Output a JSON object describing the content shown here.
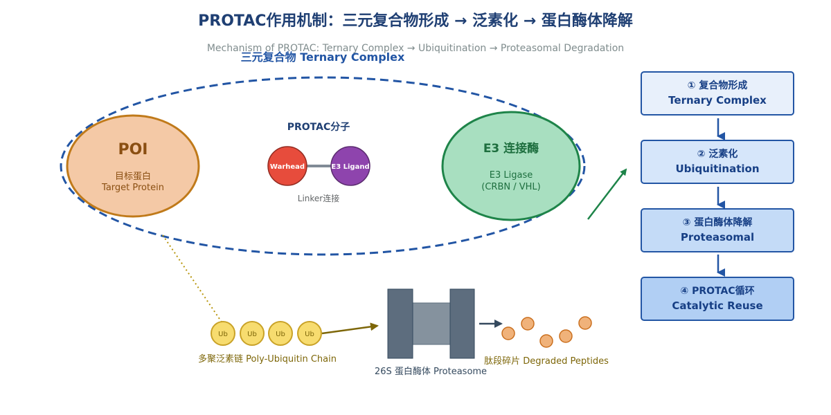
{
  "title": "PROTAC作用机制：三元复合物形成 → 泛素化 → 蛋白酶体降解",
  "subtitle": "Mechanism of PROTAC: Ternary Complex → Ubiquitination → Proteasomal Degradation",
  "ternary_label": "三元复合物 Ternary Complex",
  "poi": {
    "abbr": "POI",
    "name_cn": "目标蛋白",
    "name_en": "Target Protein"
  },
  "protac": {
    "title": "PROTAC分子",
    "warhead": "Warhead",
    "e3_ligand": "E3 Ligand",
    "linker": "Linker连接"
  },
  "e3": {
    "title": "E3 连接酶",
    "name": "E3 Ligase",
    "types": "(CRBN / VHL)"
  },
  "ubiquitin": {
    "unit": "Ub",
    "chain_label": "多聚泛素链 Poly-Ubiquitin Chain"
  },
  "proteasome": {
    "label": "26S 蛋白酶体 Proteasome"
  },
  "peptides": {
    "label": "肽段碎片 Degraded Peptides"
  },
  "steps": [
    {
      "line1": "① 复合物形成",
      "line2": "Ternary Complex"
    },
    {
      "line1": "② 泛素化",
      "line2": "Ubiquitination"
    },
    {
      "line1": "③ 蛋白酶体降解",
      "line2": "Proteasomal"
    },
    {
      "line1": "④ PROTAC循环",
      "line2": "Catalytic Reuse"
    }
  ],
  "colors": {
    "title": "#1f3f73",
    "ternary_border": "#2255a4",
    "poi_fill": "#f4c9a6",
    "poi_border": "#c07a1a",
    "poi_text": "#8a4f12",
    "e3_fill": "#a8dfc0",
    "e3_border": "#1e8449",
    "e3_text": "#1e6f3f",
    "warhead": "#e74c3c",
    "e3_ligand": "#8e44ad",
    "ub_fill": "#f7dc6f",
    "ub_border": "#c9a227",
    "proteasome_dark": "#5d6d7e",
    "proteasome_light": "#85929e",
    "peptide_fill": "#f0b27a",
    "peptide_border": "#ca6f1e",
    "step_fills": [
      "#e8f0fb",
      "#d6e6fa",
      "#c4dbf7",
      "#b1cff4"
    ]
  }
}
